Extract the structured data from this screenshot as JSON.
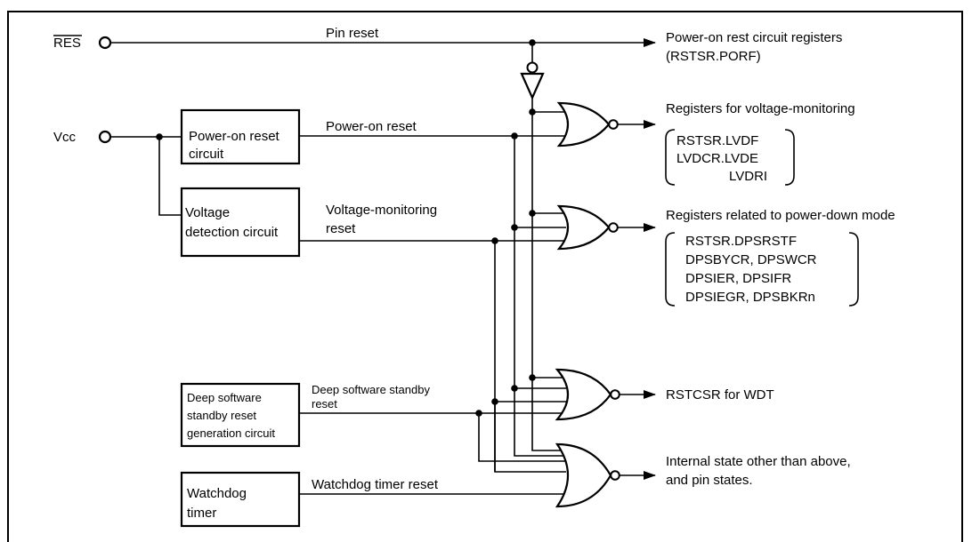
{
  "inputs": {
    "res": "RES",
    "vcc": "Vcc"
  },
  "signals": {
    "pin_reset": "Pin reset",
    "power_on_reset": "Power-on reset",
    "voltage_monitoring_reset_1": "Voltage-monitoring",
    "voltage_monitoring_reset_2": "reset",
    "deep_standby_reset_1": "Deep software standby",
    "deep_standby_reset_2": "reset",
    "watchdog_timer_reset": "Watchdog timer reset"
  },
  "blocks": {
    "power_on_reset_circuit": [
      "Power-on reset",
      "circuit"
    ],
    "voltage_detection_circuit": [
      "Voltage",
      "detection circuit"
    ],
    "deep_standby_generation_circuit": [
      "Deep software",
      "standby reset",
      "generation circuit"
    ],
    "watchdog_timer": [
      "Watchdog",
      "timer"
    ]
  },
  "outputs": {
    "por_registers_1": "Power-on rest circuit registers",
    "por_registers_2": "(RSTSR.PORF)",
    "voltage_monitoring_title": "Registers for voltage-monitoring",
    "voltage_monitoring_regs": [
      "RSTSR.LVDF",
      "LVDCR.LVDE",
      "LVDRI"
    ],
    "power_down_title": "Registers related to power-down mode",
    "power_down_regs": [
      "RSTSR.DPSRSTF",
      "DPSBYCR, DPSWCR",
      "DPSIER, DPSIFR",
      "DPSIEGR, DPSBKRn"
    ],
    "rstcsr_wdt": "RSTCSR for WDT",
    "internal_state_1": "Internal state other than above,",
    "internal_state_2": "and pin states."
  }
}
